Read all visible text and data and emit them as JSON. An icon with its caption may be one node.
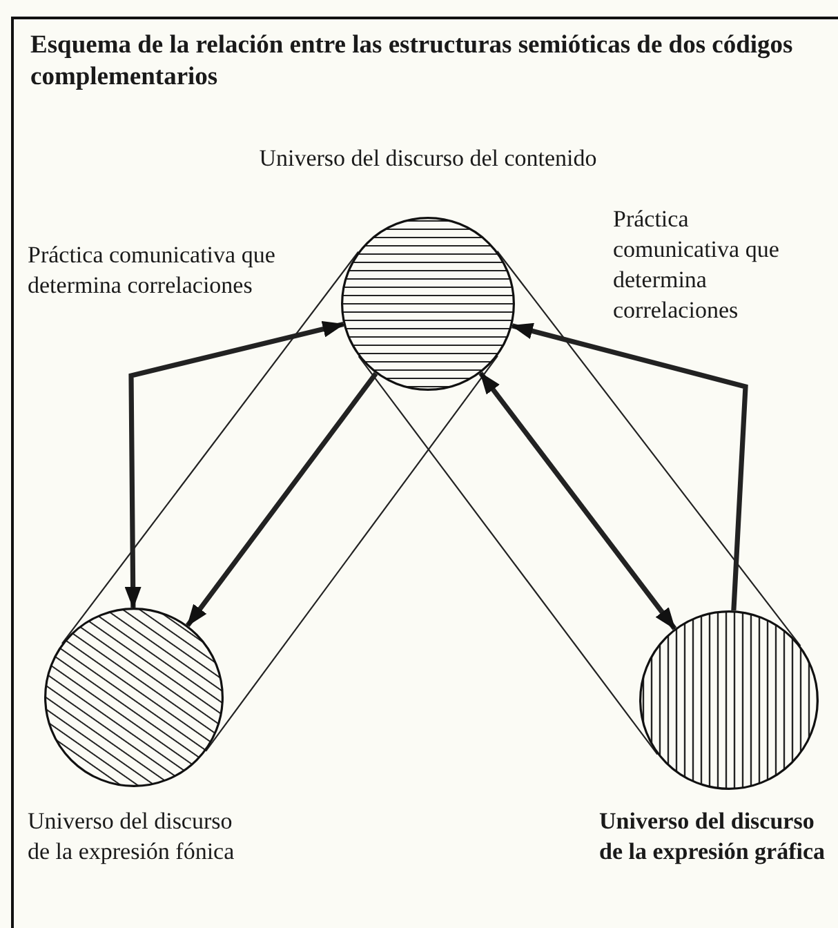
{
  "diagram": {
    "title": "Esquema de la relación entre las estructuras semióticas de dos códigos complementarios",
    "nodes": [
      {
        "text": [],
        "shape": "circle",
        "beside": [
          "Universo del discurso del contenido"
        ]
      },
      {
        "text": [],
        "shape": "circle",
        "beside": [
          "Universo del discurso de la expresión fónica"
        ]
      },
      {
        "text": [],
        "shape": "circle",
        "beside": [
          "Universo del discurso de la expresión gráfica"
        ]
      }
    ],
    "edges": [
      {
        "from": 1,
        "to": 0,
        "arrow": "none"
      },
      {
        "from": 1,
        "to": 0,
        "arrow": "none"
      },
      {
        "from": 2,
        "to": 0,
        "arrow": "none"
      },
      {
        "from": 2,
        "to": 0,
        "arrow": "none"
      },
      {
        "from": 1,
        "to": 0,
        "arrow": "both",
        "style": "thick"
      },
      {
        "from": 0,
        "to": 1,
        "arrow": "to",
        "style": "thick"
      },
      {
        "from": 2,
        "to": 0,
        "arrow": "both",
        "style": "thick"
      },
      {
        "from": 2,
        "to": 0,
        "arrow": "to",
        "style": "thick"
      }
    ],
    "labels": [
      "Práctica comunicativa que determina correlaciones",
      "Práctica comunicativa que determina correlaciones"
    ]
  }
}
